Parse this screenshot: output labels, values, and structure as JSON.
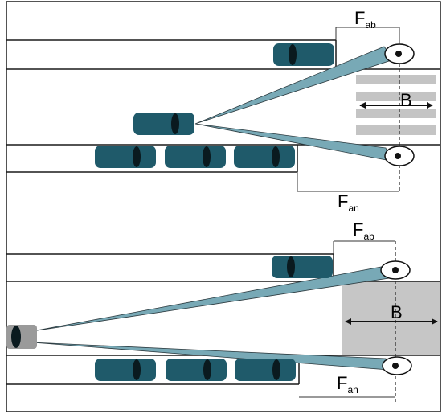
{
  "top": {
    "label_departure_main": "F",
    "label_departure_sub": "ab",
    "label_arrival_main": "F",
    "label_arrival_sub": "an",
    "label_width": "B"
  },
  "bottom": {
    "label_departure_main": "F",
    "label_departure_sub": "ab",
    "label_arrival_main": "F",
    "label_arrival_sub": "an",
    "label_width": "B"
  },
  "colors": {
    "car_body": "#1f5a6a",
    "car_window": "#0a1a1f",
    "sight_cone": "#78a9b6",
    "crosswalk_stripe": "#c4c4c4",
    "crosswalk_box": "#c6c6c6",
    "line": "#1a1a1a"
  }
}
